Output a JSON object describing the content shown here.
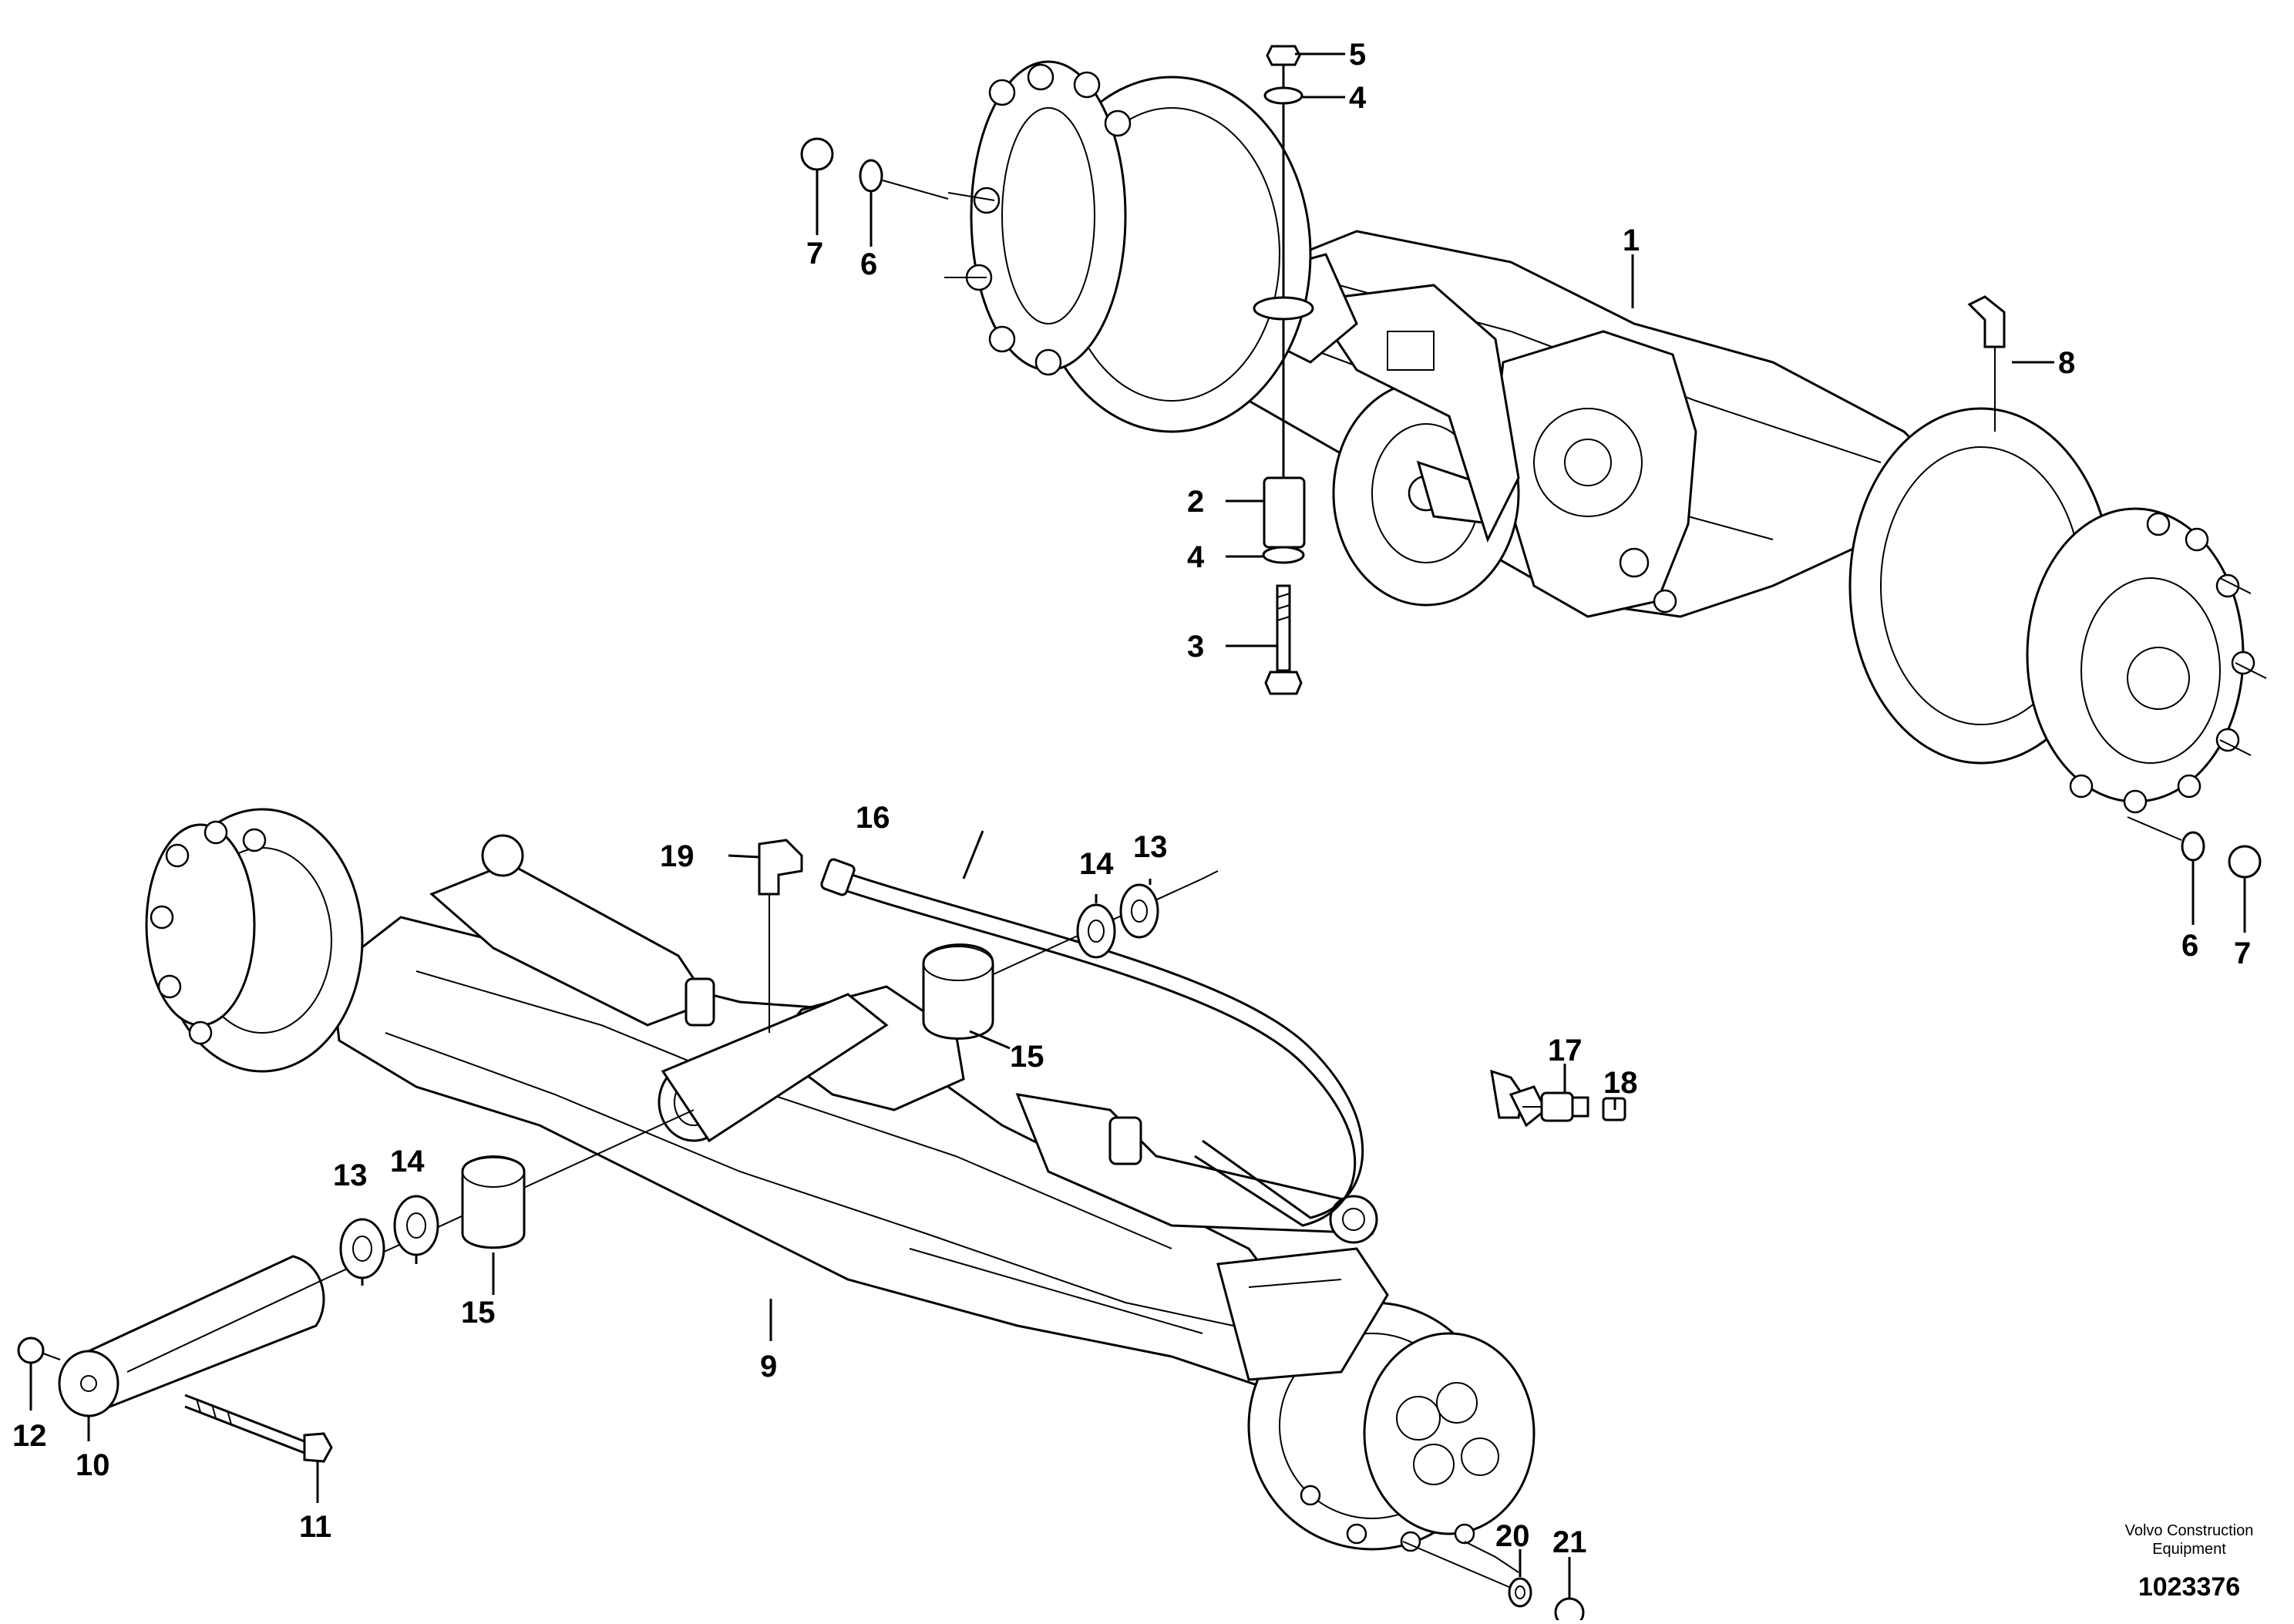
{
  "callouts": {
    "c1": "1",
    "c2": "2",
    "c3": "3",
    "c4a": "4",
    "c4b": "4",
    "c5": "5",
    "c6a": "6",
    "c6b": "6",
    "c7a": "7",
    "c7b": "7",
    "c8": "8",
    "c9": "9",
    "c10": "10",
    "c11": "11",
    "c12": "12",
    "c13a": "13",
    "c13b": "13",
    "c14a": "14",
    "c14b": "14",
    "c15a": "15",
    "c15b": "15",
    "c16": "16",
    "c17": "17",
    "c18": "18",
    "c19": "19",
    "c20": "20",
    "c21": "21"
  },
  "footer": {
    "brand_line1": "Volvo Construction",
    "brand_line2": "Equipment",
    "document_number": "1023376"
  }
}
